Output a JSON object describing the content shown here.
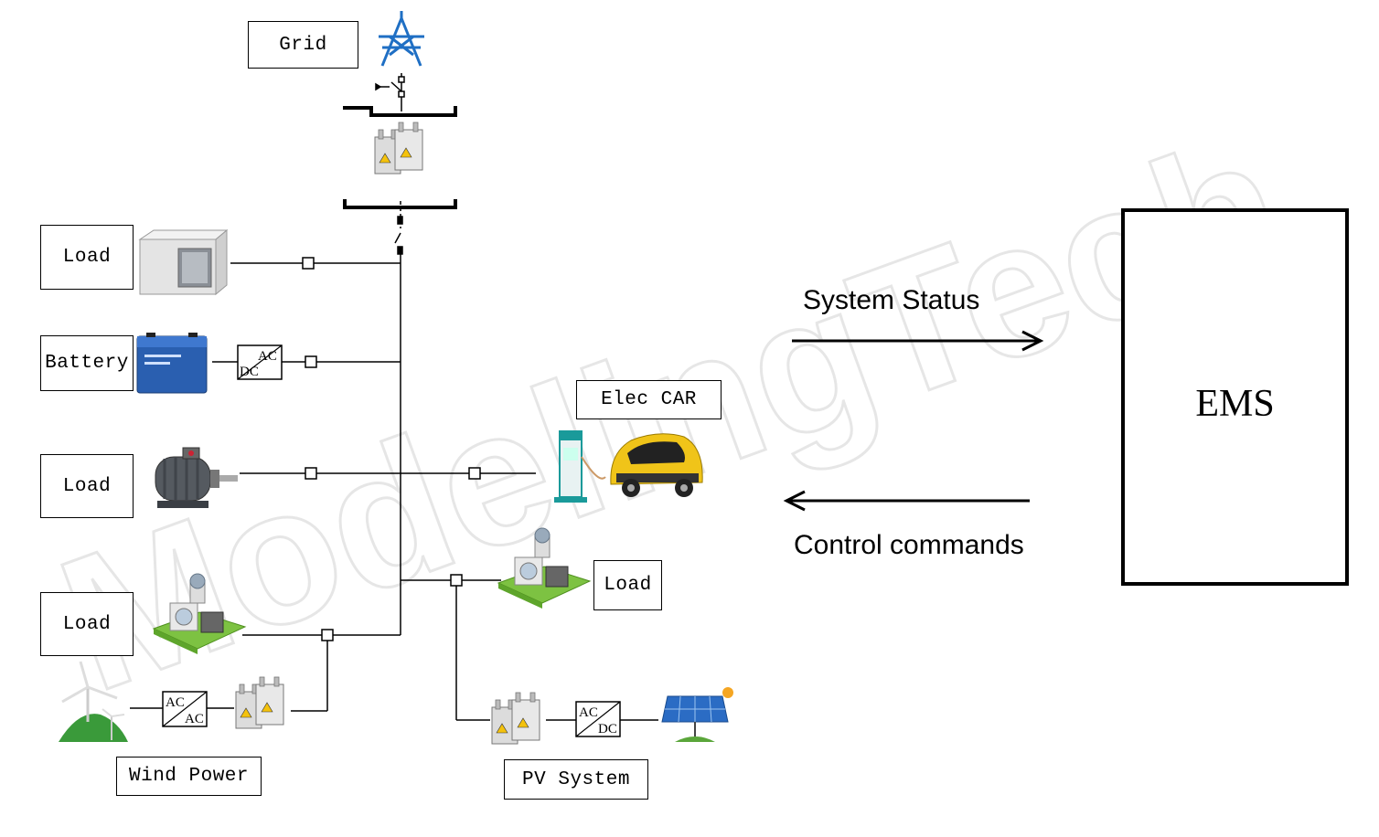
{
  "labels": {
    "grid": "Grid",
    "load_cabinet": "Load",
    "battery": "Battery",
    "load_motor": "Load",
    "load_appliance_left": "Load",
    "elec_car": "Elec CAR",
    "load_appliance_right": "Load",
    "wind_power": "Wind Power",
    "pv_system": "PV System",
    "ems": "EMS"
  },
  "converters": {
    "battery": {
      "top": "AC",
      "bottom": "DC"
    },
    "wind": {
      "top": "AC",
      "bottom": "AC"
    },
    "pv": {
      "top": "AC",
      "bottom": "DC"
    }
  },
  "arrows": {
    "system_status": "System Status",
    "control_commands": "Control commands"
  },
  "watermark": "ModelingTech",
  "colors": {
    "tower": "#1f6fc4",
    "battery": "#2a5fb0",
    "car": "#f0c419",
    "grass": "#7dc242",
    "solar_panel": "#2b6cc4",
    "sun": "#f5a623",
    "charger": "#1a9a9a"
  }
}
